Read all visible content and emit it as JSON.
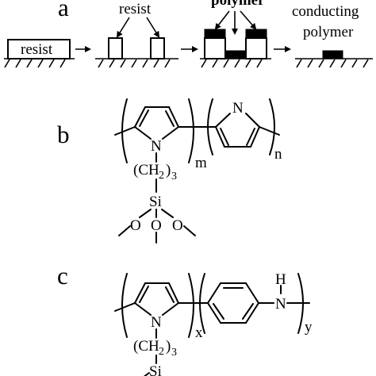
{
  "panels": {
    "a": {
      "label": "a",
      "resist_label_left": "resist",
      "resist_label_top": "resist",
      "polymer_label": "polymer",
      "conducting_label_1": "conducting",
      "conducting_label_2": "polymer"
    },
    "b": {
      "label": "b",
      "n_atom": "N",
      "ch2": "(CH",
      "ch2_sub": "2",
      "ch2_close": ")",
      "ch2_count": "3",
      "si_atom": "Si",
      "o_atom": "O",
      "m_index": "m",
      "n_index": "n",
      "n_atom_2": "N"
    },
    "c": {
      "label": "c",
      "n_atom": "N",
      "ch2": "(CH",
      "ch2_sub": "2",
      "ch2_close": ")",
      "ch2_count": "3",
      "si_atom": "Si",
      "x_index": "x",
      "nh_n": "N",
      "nh_h": "H",
      "y_index": "y"
    }
  }
}
